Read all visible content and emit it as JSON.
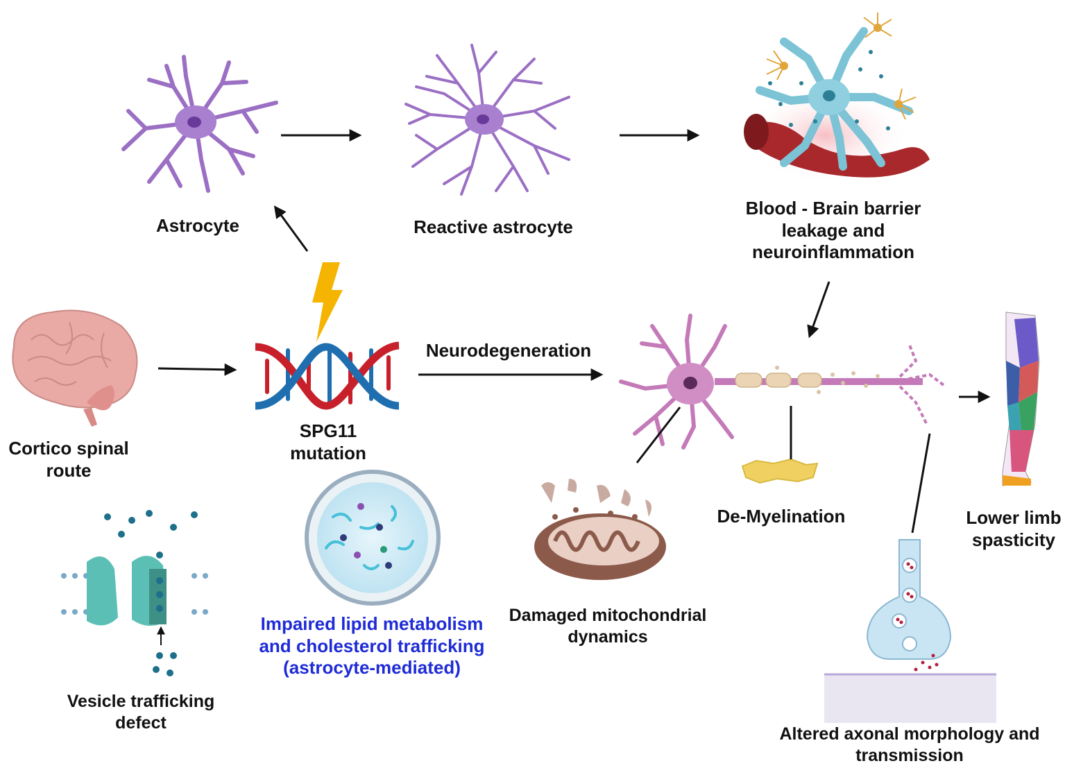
{
  "labels": {
    "astrocyte": "Astrocyte",
    "reactive_astrocyte": "Reactive astrocyte",
    "bbb_line1": "Blood - Brain barrier",
    "bbb_line2": "leakage and",
    "bbb_line3": "neuroinflammation",
    "neurodegeneration": "Neurodegeneration",
    "cortico_line1": "Cortico spinal",
    "cortico_line2": "route",
    "spg11_line1": "SPG11",
    "spg11_line2": "mutation",
    "lipid_line1": "Impaired lipid metabolism",
    "lipid_line2": "and cholesterol trafficking",
    "lipid_line3": "(astrocyte-mediated)",
    "mito_line1": "Damaged mitochondrial",
    "mito_line2": "dynamics",
    "demyelination": "De-Myelination",
    "limb_line1": "Lower limb",
    "limb_line2": "spasticity",
    "vesicle_line1": "Vesicle trafficking",
    "vesicle_line2": "defect",
    "axonal_line1": "Altered axonal morphology and",
    "axonal_line2": "transmission"
  },
  "colors": {
    "astrocyte": "#9b6fc4",
    "astrocyte_nucleus": "#6a3a9a",
    "bbb_cell": "#7cc3d6",
    "blood_vessel": "#a8282c",
    "neuron": "#c47ab8",
    "dna_red": "#c8202a",
    "dna_blue": "#1f6fb0",
    "lightning": "#f5b400",
    "brain": "#e9a9a5",
    "membrane": "#7aa8c8",
    "channel": "#5bbfb5",
    "vesicle_dot": "#1d6f8a",
    "mitochondria": "#8b5a4a",
    "myelin": "#f0d060",
    "synapse": "#c9e4f2",
    "lipid_text": "#1e2bd6",
    "arrow": "#111111"
  }
}
